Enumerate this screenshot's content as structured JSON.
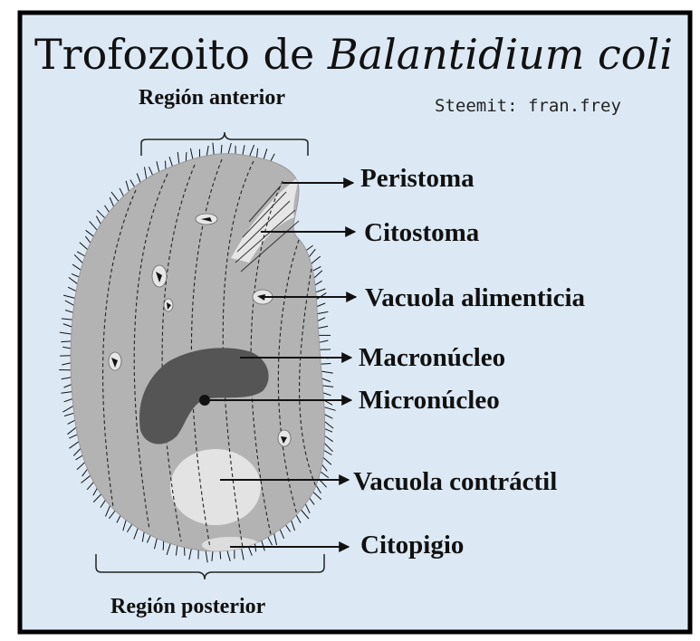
{
  "title": {
    "prefix": "Trofozoito de ",
    "species": "Balantidium coli"
  },
  "credit": "Steemit: fran.frey",
  "regions": {
    "anterior": "Región anterior",
    "posterior": "Región posterior"
  },
  "labels": {
    "peristoma": "Peristoma",
    "citostoma": "Citostoma",
    "vacuola_alimenticia": "Vacuola alimenticia",
    "macronucleo": "Macronúcleo",
    "micronucleo": "Micronúcleo",
    "vacuola_contractil": "Vacuola contráctil",
    "citopigio": "Citopigio"
  },
  "colors": {
    "background": "#dce9f5",
    "frame": "#000000",
    "cell_body": "#b3b3b3",
    "nucleus": "#555555",
    "light_region": "#e3e3e3"
  }
}
